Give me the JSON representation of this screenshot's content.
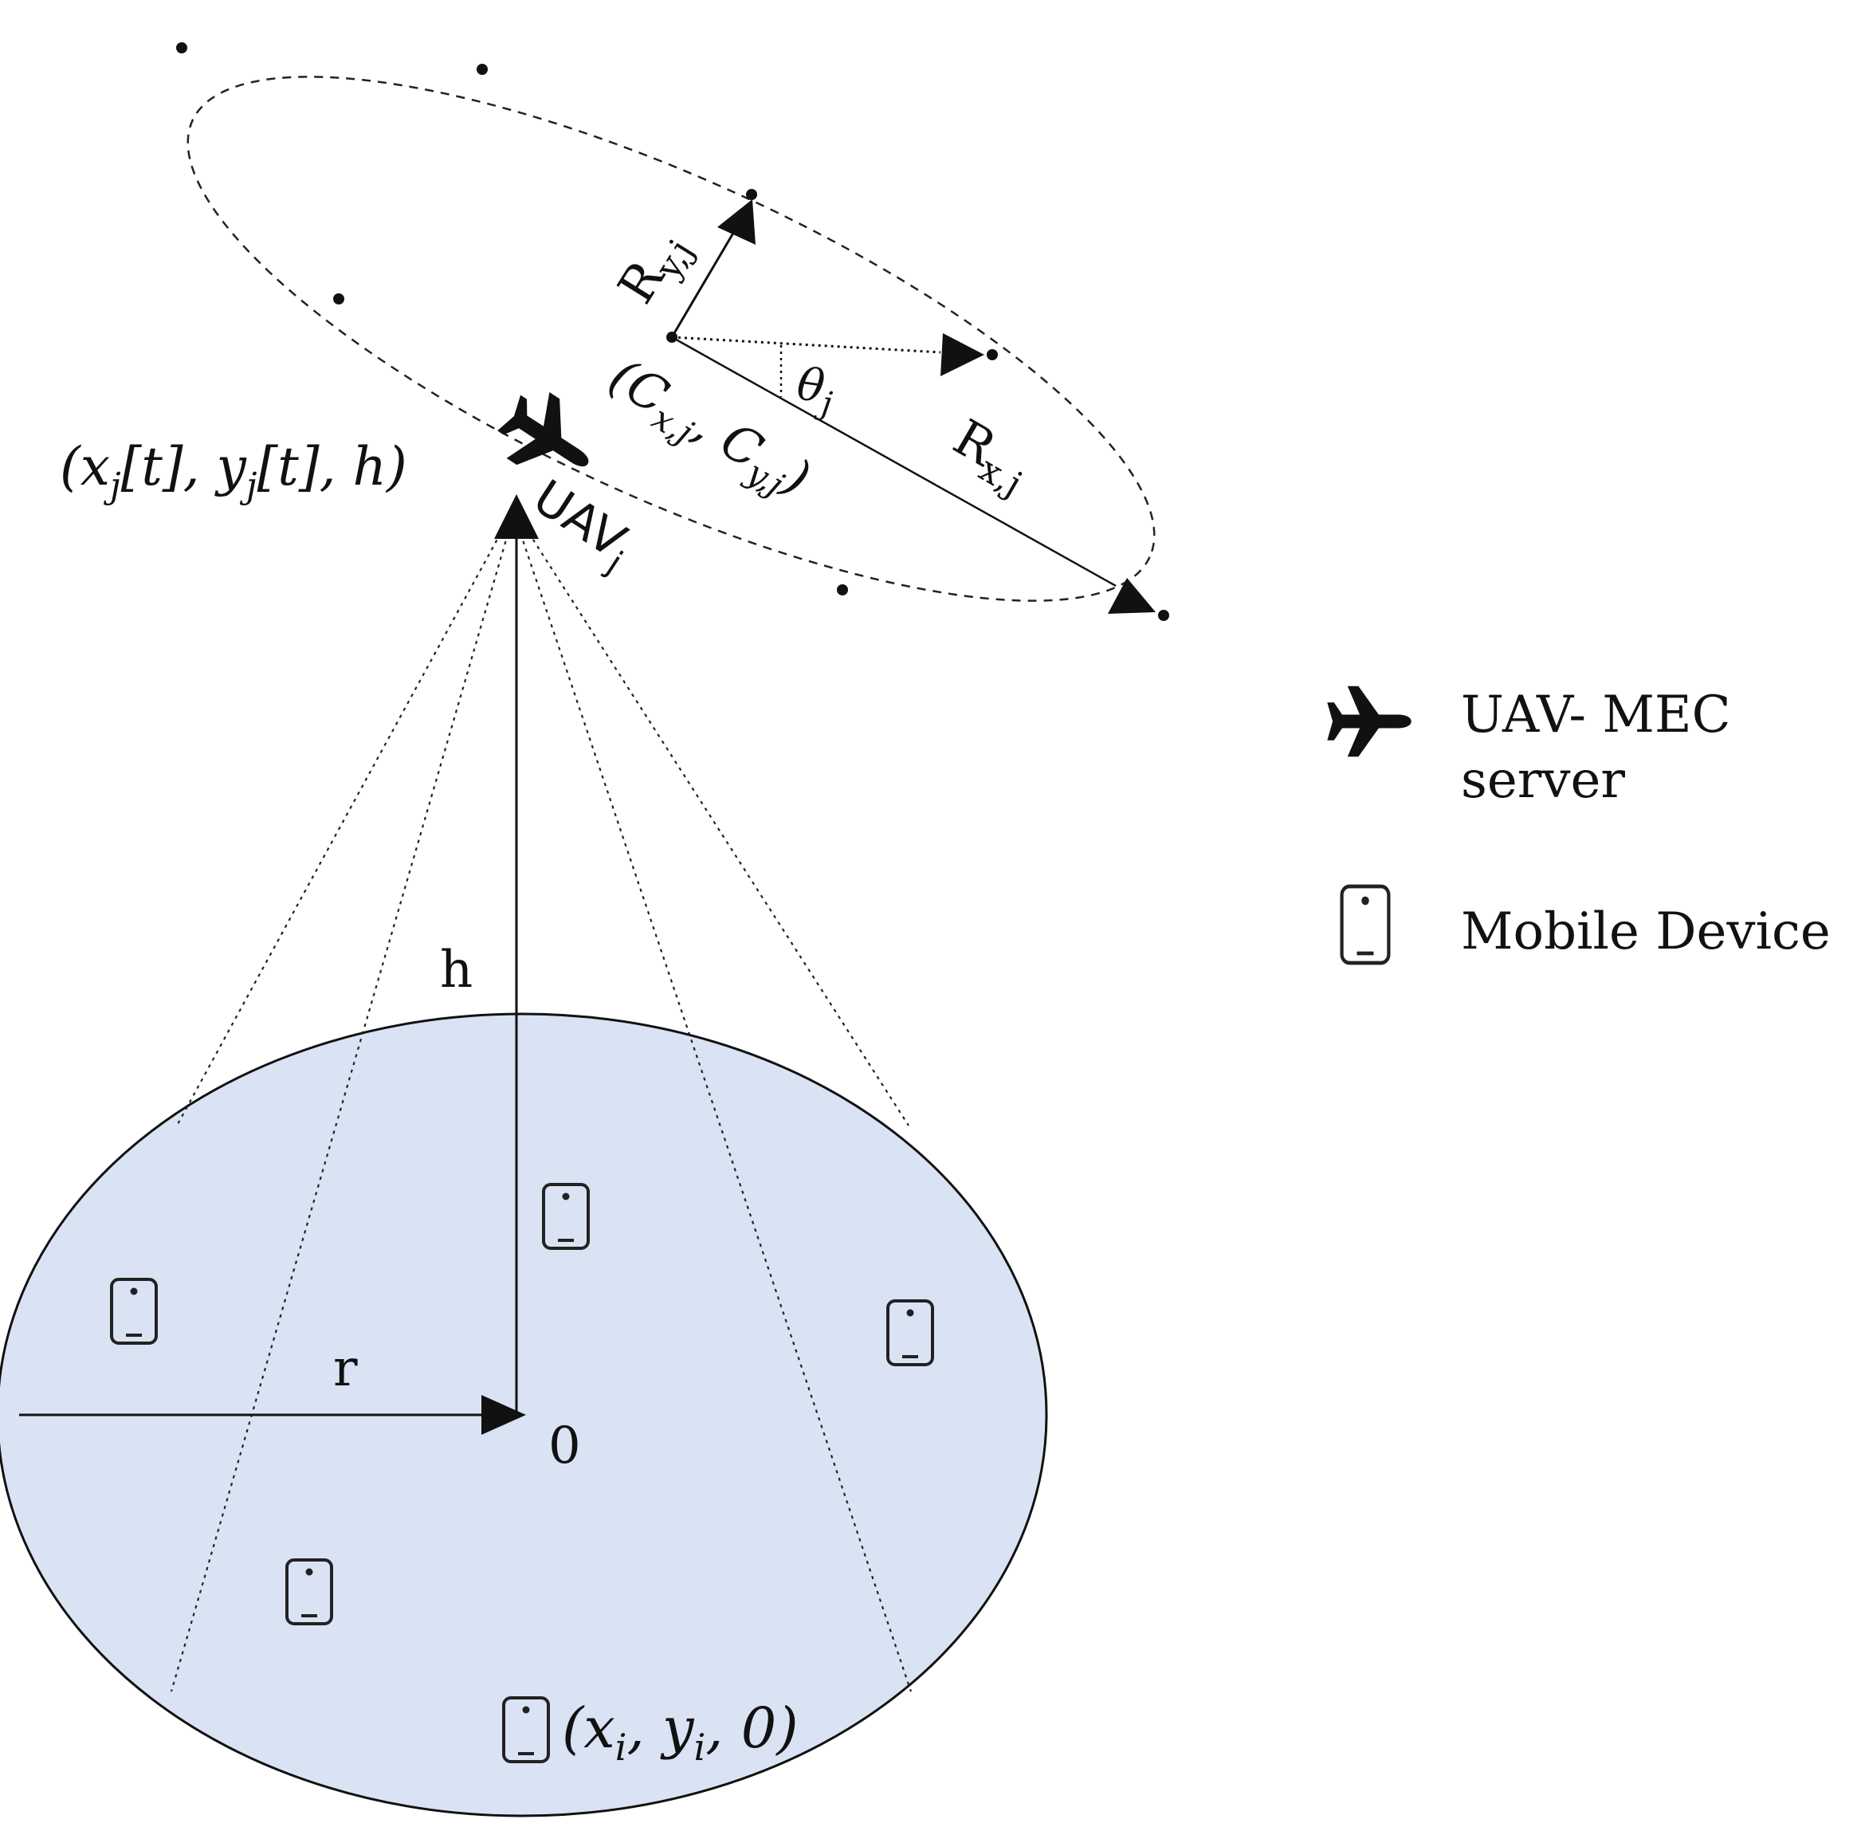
{
  "labels": {
    "uav_position": "(x",
    "uav_position_sub_j1": "j",
    "uav_position_mid1": "[t], y",
    "uav_position_sub_j2": "j",
    "uav_position_tail": "[t], h)",
    "uav_name": "UAV",
    "uav_name_sub": "j",
    "ry_main": "R",
    "ry_sub": "y,j",
    "rx_main": "R",
    "rx_sub": "x,j",
    "theta_main": "θ",
    "theta_sub": "j",
    "center_open": "(C",
    "center_sub_x": "x,j",
    "center_mid": ", C",
    "center_sub_y": "y,j",
    "center_close": ")",
    "height_label": "h",
    "radius_label": "r",
    "origin_label": "0",
    "device_pos_open": "(x",
    "device_pos_sub1": "i",
    "device_pos_mid": ", y",
    "device_pos_sub2": "i",
    "device_pos_tail": ", 0)"
  },
  "legend": {
    "uav_label_line1": "UAV- MEC",
    "uav_label_line2": "server",
    "device_label": "Mobile Device"
  },
  "colors": {
    "coverage_fill": "#dae3f3",
    "stroke": "#111111"
  }
}
